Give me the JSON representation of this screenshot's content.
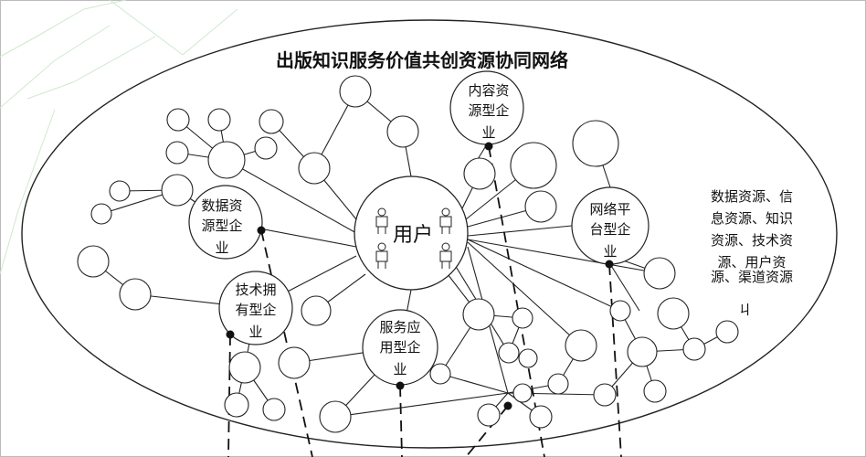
{
  "title": "出版知识服务价值共创资源协同网络",
  "center": "用户",
  "enterprises": {
    "content": [
      "内容资",
      "源型企",
      "业"
    ],
    "data": [
      "数据资",
      "源型企",
      "业"
    ],
    "tech": [
      "技术拥",
      "有型企",
      "业"
    ],
    "service": [
      "服务应",
      "用型企",
      "业"
    ],
    "platform": [
      "网络平",
      "台型企",
      "业"
    ]
  },
  "resources_note": [
    "数据资源、信",
    "息资源、知识",
    "资源、技术资",
    "源、用户资",
    "源、渠道资源"
  ],
  "stray_mark": "ㄐ"
}
